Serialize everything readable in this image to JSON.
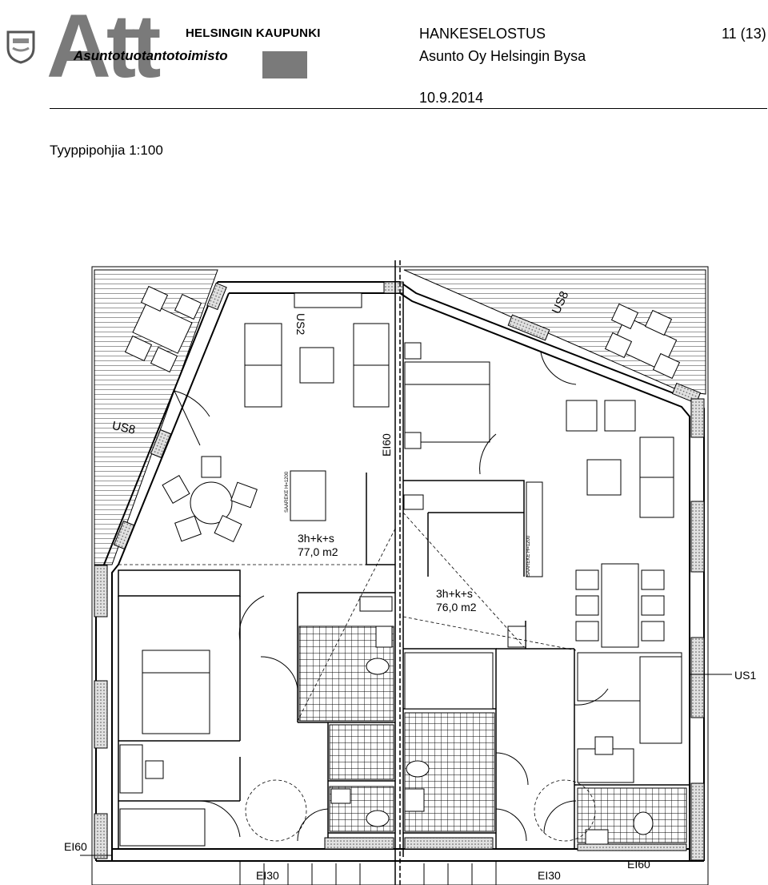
{
  "header": {
    "logo_letters": "Att",
    "city_name": "HELSINGIN KAUPUNKI",
    "office_name": "Asuntotuotantotoimisto",
    "doc_type": "HANKESELOSTUS",
    "page": "11 (13)",
    "company": "Asunto Oy Helsingin Bysa",
    "date": "10.9.2014"
  },
  "subtitle": "Tyyppipohjia 1:100",
  "plan": {
    "apartment_left": {
      "type": "3h+k+s",
      "area": "77,0 m2"
    },
    "apartment_right": {
      "type": "3h+k+s",
      "area": "76,0 m2"
    },
    "labels": {
      "us8_top": "US8",
      "us8_left": "US8",
      "us2": "US2",
      "us1": "US1",
      "ei60_center": "EI60",
      "ei60_left": "EI60",
      "ei60_bottom": "EI60",
      "ei30_left": "EI30",
      "ei30_right": "EI30",
      "saareke_left": "SAAREKE H=1200",
      "saareke_right": "SAAREKE H=1200"
    }
  },
  "colors": {
    "ink": "#000000",
    "logo_gray": "#7a7a7a",
    "fill_gray": "#d8d8d8"
  }
}
